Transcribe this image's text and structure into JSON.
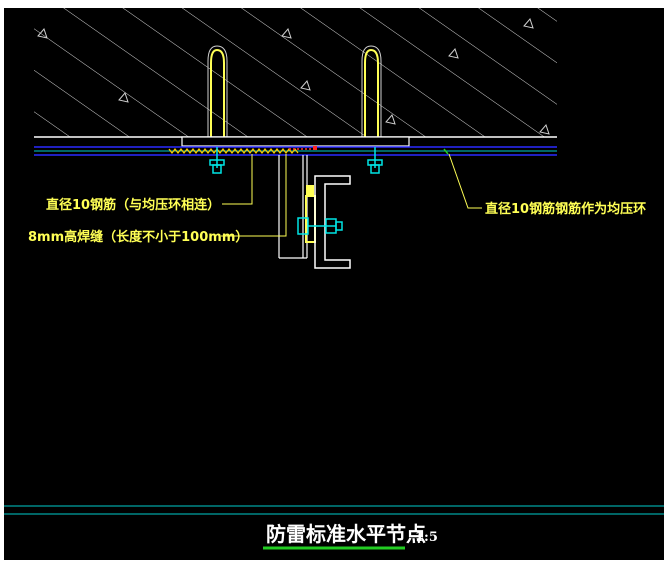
{
  "labels": {
    "left_rebar": "直径10钢筋（与均压环相连）",
    "weld": "8mm高焊缝（长度不小于100mm）",
    "right_rebar": "直径10钢筋钢筋作为均压环"
  },
  "title": {
    "text": "防雷标准水平节点",
    "scale": "1:5"
  },
  "colors": {
    "background": "#000000",
    "label_text": "#ffff55",
    "title_text": "#ffffff",
    "title_underline": "#22cc22",
    "hatch": "#dddddd",
    "anchor_bar": "#ffff55",
    "bolt": "#00e5e5",
    "leader": "#ffff55",
    "slab_line": "#ffffff",
    "beam_lines": "#2a2aff",
    "cyan_line": "#00cccc",
    "weld_mark": "#ff3333",
    "steel_section": "#ffffff"
  }
}
